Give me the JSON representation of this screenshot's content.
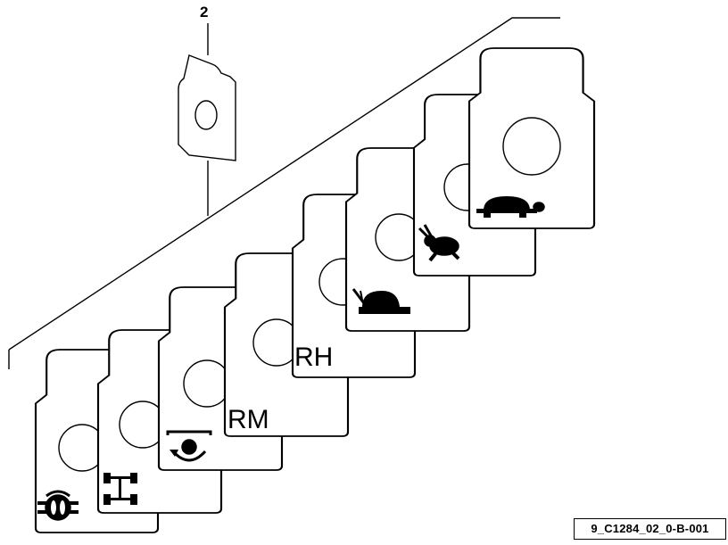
{
  "callouts": [
    {
      "id": "2",
      "label": "2"
    }
  ],
  "figure_id": "9_C1284_02_0-B-001",
  "decals": [
    {
      "id": "decal-1",
      "symbol": "differential-lock-icon",
      "text": ""
    },
    {
      "id": "decal-2",
      "symbol": "four-wheel-drive-icon",
      "text": ""
    },
    {
      "id": "decal-3",
      "symbol": "pto-engage-icon",
      "text": ""
    },
    {
      "id": "decal-4",
      "symbol": "",
      "text": "RM"
    },
    {
      "id": "decal-5",
      "symbol": "",
      "text": "RH"
    },
    {
      "id": "decal-6",
      "symbol": "snail-slow-icon",
      "text": ""
    },
    {
      "id": "decal-7",
      "symbol": "rabbit-fast-icon",
      "text": ""
    },
    {
      "id": "decal-8",
      "symbol": "turtle-slow-icon",
      "text": ""
    }
  ],
  "colors": {
    "line": "#000000",
    "background": "#ffffff"
  }
}
